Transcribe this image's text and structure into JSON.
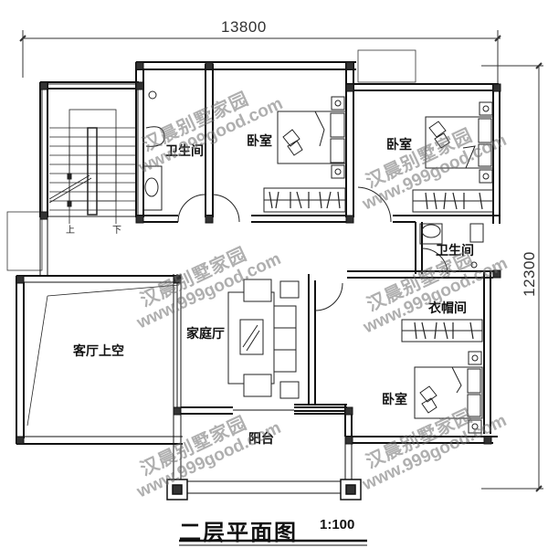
{
  "drawing": {
    "title": "二层平面图",
    "scale": "1:100"
  },
  "dimensions": {
    "overall_width": "13800",
    "overall_depth": "12300"
  },
  "rooms": {
    "bathroom_left": "卫生间",
    "bedroom_1": "卧室",
    "bedroom_2": "卧室",
    "bathroom_right": "卫生间",
    "cloakroom": "衣帽间",
    "bedroom_3": "卧室",
    "family_hall": "家庭厅",
    "living_void": "客厅上空",
    "balcony": "阳台"
  },
  "stairs": {
    "up_label": "上",
    "down_label": "下"
  },
  "watermarks": [
    {
      "cn": "汉晨别墅家园",
      "url": "www.999good.com"
    },
    {
      "cn": "汉晨别墅家园",
      "url": "www.999good.com"
    },
    {
      "cn": "汉晨别墅家园",
      "url": "www.999good.com"
    },
    {
      "cn": "汉晨别墅家园",
      "url": "www.999good.com"
    },
    {
      "cn": "汉晨别墅家园",
      "url": "www.999good.com"
    },
    {
      "cn": "汉晨别墅家园",
      "url": "www.999good.com"
    }
  ],
  "colors": {
    "wall": "#111111",
    "column": "#333333",
    "line": "#222222",
    "watermark": "#8a8a8a"
  }
}
